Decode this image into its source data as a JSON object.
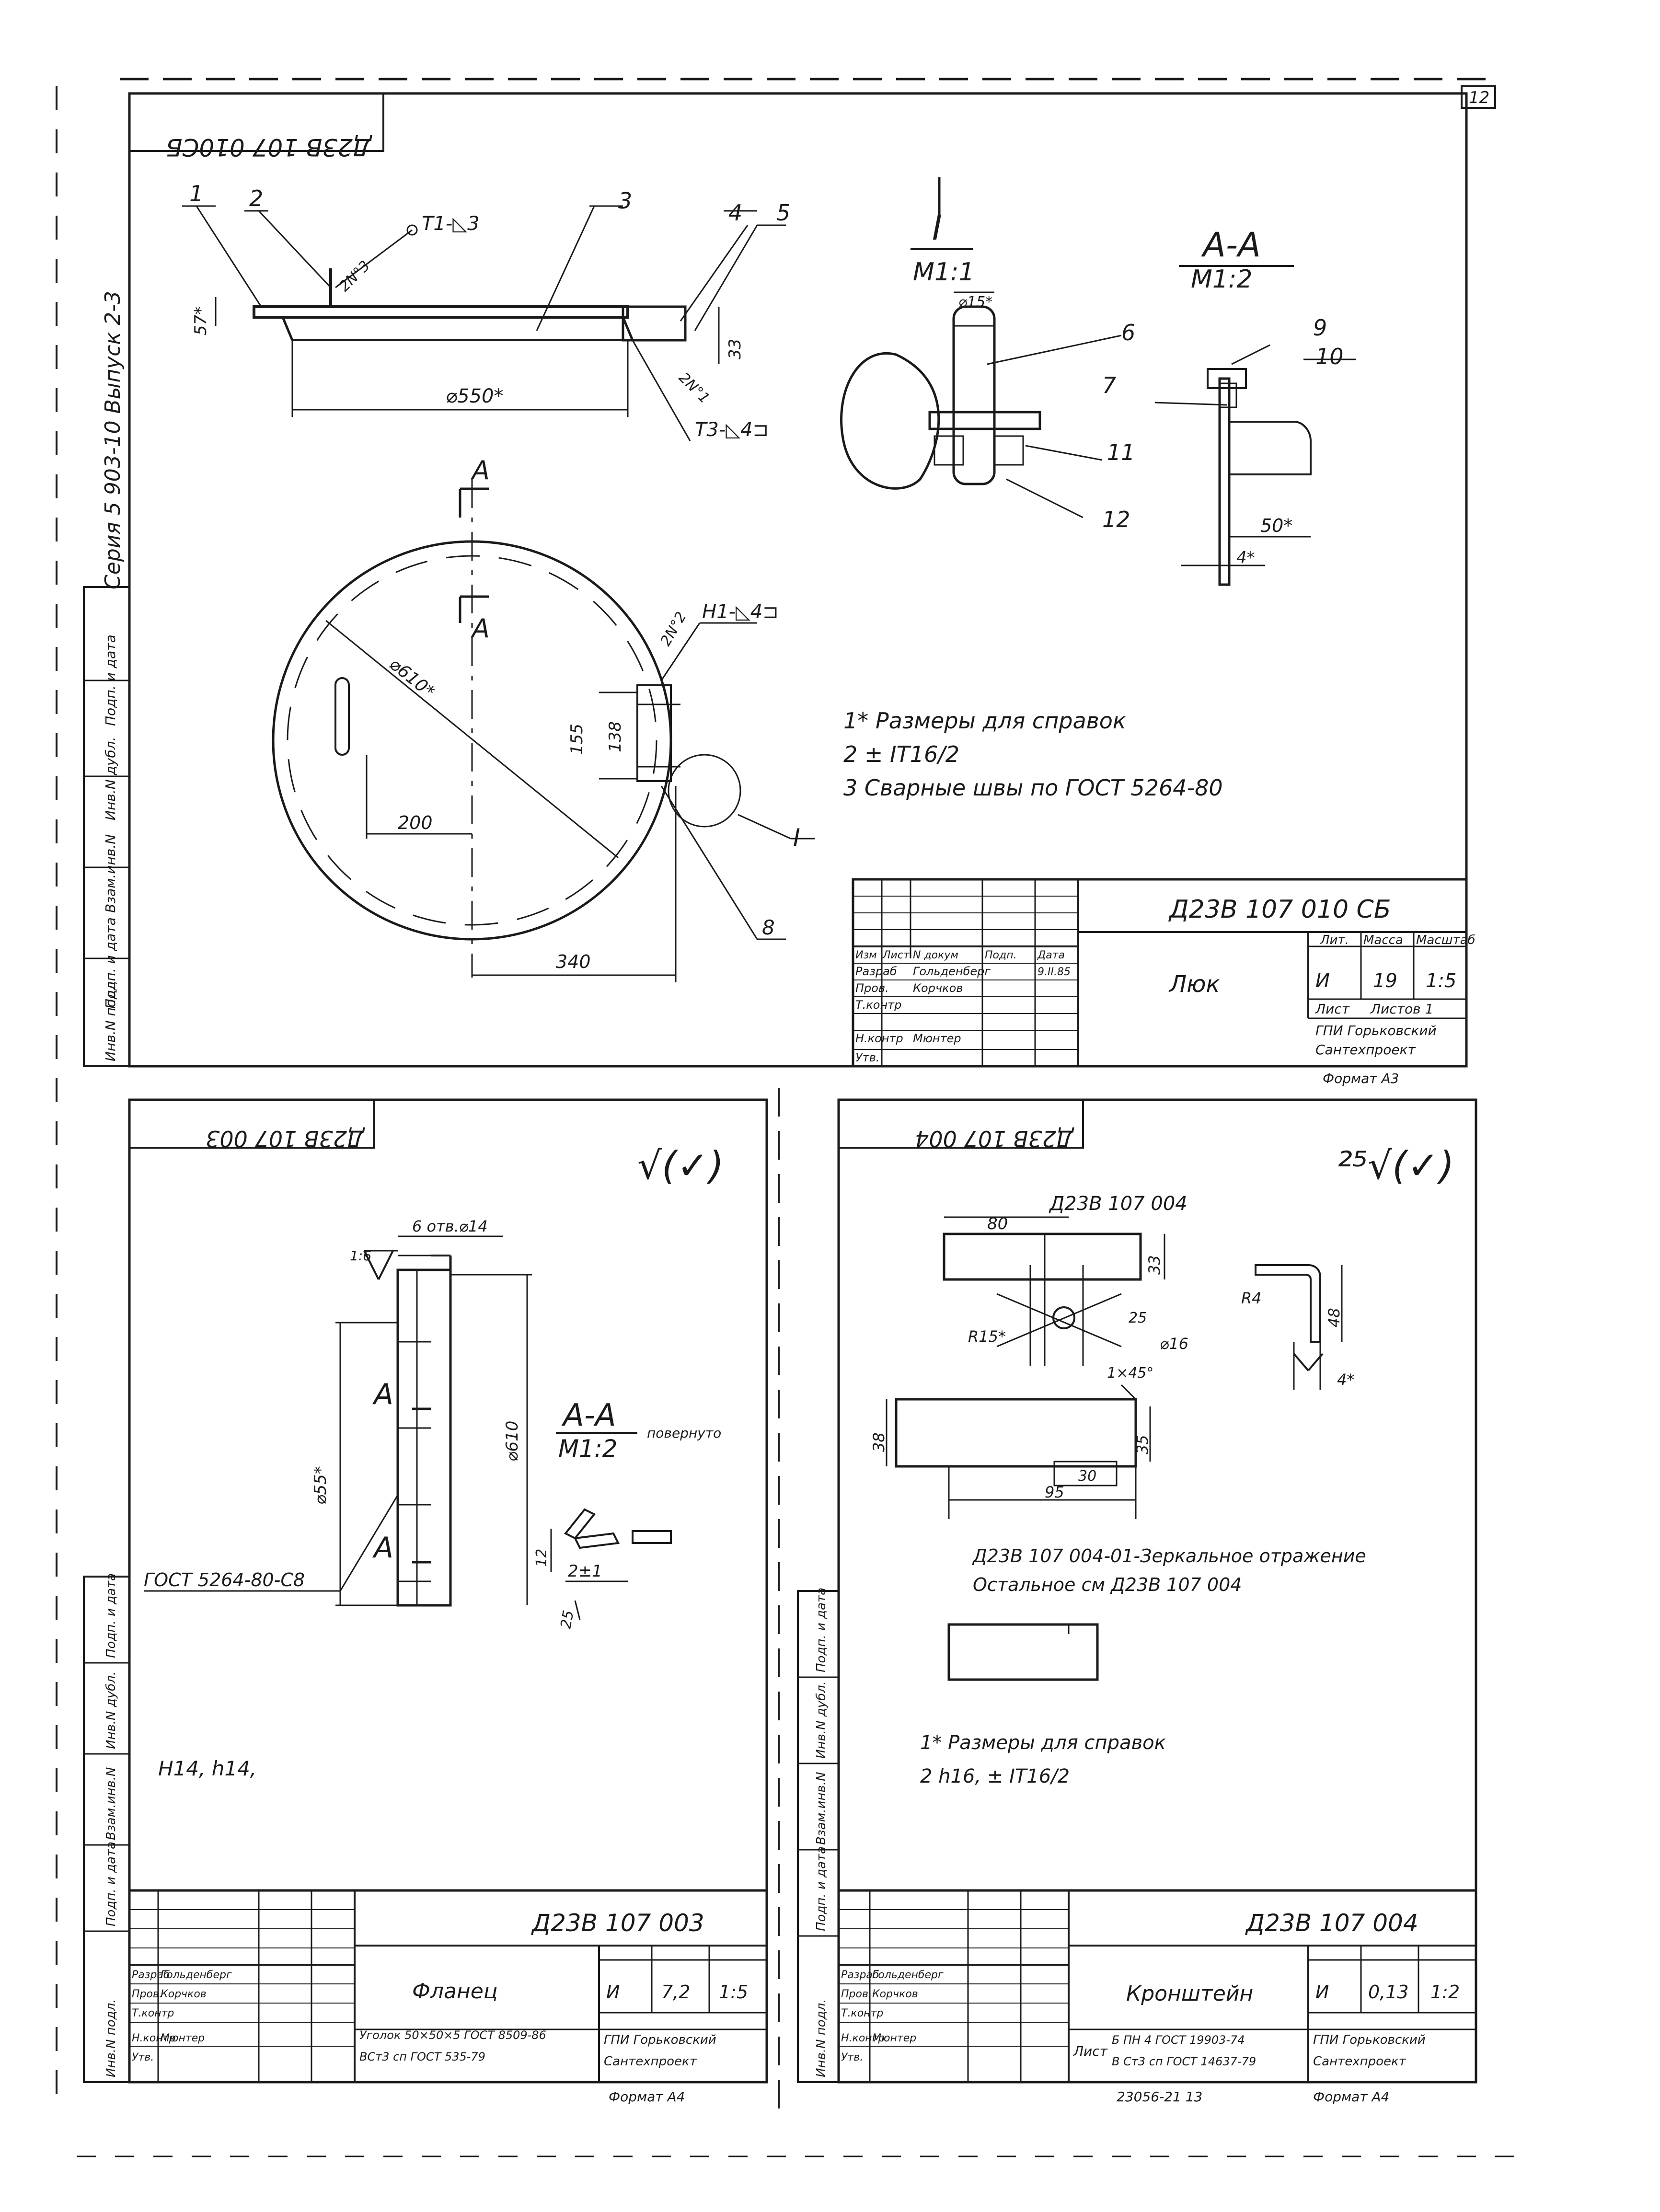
{
  "page_number": "12",
  "series": "Серия 5 903-10 Выпуск 2-3",
  "sidebar_labels": [
    "Инв.N подл.",
    "Подп. и дата",
    "Взам.инв.N",
    "Инв.N дубл.",
    "Подп. и дата"
  ],
  "sheet1": {
    "code_mirrored": "Д23В 107 010СБ",
    "leaders": [
      "1",
      "2",
      "3",
      "4",
      "5",
      "6",
      "7",
      "8",
      "9",
      "10",
      "11",
      "12",
      "I"
    ],
    "weld_a": "Т1-◺3",
    "weld_b": "Т3-◺4⊐",
    "weld_c": "Н1-◺4⊐",
    "dim_57": "57*",
    "dim_33": "33",
    "dim_d550": "⌀550*",
    "dim_2n3": "2N°3",
    "dim_2n1": "2N°1",
    "dim_2n2": "2N°2",
    "dim_d610": "⌀610*",
    "dim_155": "155",
    "dim_138": "138",
    "dim_200": "200",
    "dim_340": "340",
    "dim_d15": "⌀15*",
    "dim_50": "50*",
    "dim_4": "4*",
    "view_a": "А",
    "detail_i": "I",
    "detail_scale": "М1:1",
    "section_aa": "А-А",
    "section_scale": "М1:2",
    "notes": [
      "1* Размеры для справок",
      "2 ± IT16/2",
      "3 Сварные швы по ГОСТ 5264-80"
    ],
    "title": {
      "code": "Д23В 107 010 СБ",
      "name": "Люк",
      "hdr": [
        "Изм",
        "Лист",
        "N докум",
        "Подп.",
        "Дата"
      ],
      "roles": [
        "Разраб",
        "Пров.",
        "Т.контр",
        "Н.контр",
        "Утв."
      ],
      "people": [
        "Гольденберг",
        "Корчков",
        "",
        "Мюнтер",
        ""
      ],
      "date": "9.II.85",
      "lit_h": "Лит.",
      "mass_h": "Масса",
      "scale_h": "Масштаб",
      "lit": "И",
      "mass": "19",
      "scale": "1:5",
      "sheet_h": "Лист",
      "sheets_h": "Листов 1",
      "org": "ГПИ Горьковский",
      "org2": "Сантехпроект",
      "format": "Формат А3"
    }
  },
  "sheet2": {
    "code_mirrored": "Д23В 107 003",
    "roughness": "√(✓)",
    "holes": "6 отв.⌀14",
    "r6": "1:6",
    "dim_d55": "⌀55*",
    "dim_d610": "⌀610",
    "view_a": "А",
    "weld": "ГОСТ 5264-80-С8",
    "section_aa": "А-А",
    "section_scale": "М1:2",
    "rotated": "повернуто",
    "dim_2pm1": "2±1",
    "dim_12": "12",
    "dim_25": "25",
    "tol": "Н14, h14,",
    "title": {
      "code": "Д23В 107 003",
      "name": "Фланец",
      "roles": [
        "Разраб",
        "Пров.",
        "Т.контр",
        "Н.контр",
        "Утв."
      ],
      "people": [
        "Гольденберг",
        "Корчков",
        "",
        "Мюнтер",
        ""
      ],
      "lit": "И",
      "mass": "7,2",
      "scale": "1:5",
      "material1": "Уголок 50×50×5 ГОСТ 8509-86",
      "material2": "ВСт3 сп ГОСТ 535-79",
      "org": "ГПИ Горьковский",
      "org2": "Сантехпроект",
      "format": "Формат А4"
    }
  },
  "sheet3": {
    "code_mirrored": "Д23В 107 004",
    "roughness": "²⁵√(✓)",
    "part_code": "Д23В 107 004",
    "dim_80": "80",
    "dim_33": "33",
    "dim_r15": "R15*",
    "dim_25": "25",
    "dim_d16": "⌀16",
    "dim_chamfer": "1×45°",
    "dim_r4": "R4",
    "dim_48": "48",
    "dim_4": "4*",
    "dim_38": "38",
    "dim_35": "35",
    "dim_95": "95",
    "dim_30": "30",
    "mirror_note": "Д23В 107 004-01-Зеркальное отражение",
    "mirror_note2": "Остальное см Д23В 107 004",
    "notes": [
      "1* Размеры для справок",
      "2 h16, ± IT16/2"
    ],
    "title": {
      "code": "Д23В 107 004",
      "name": "Кронштейн",
      "roles": [
        "Разраб",
        "Пров.",
        "Т.контр",
        "Н.контр",
        "Утв."
      ],
      "people": [
        "Гольденберг",
        "Корчков",
        "",
        "Мюнтер",
        ""
      ],
      "lit": "И",
      "mass": "0,13",
      "scale": "1:2",
      "material_pre": "Лист",
      "material1": "Б ПН 4 ГОСТ 19903-74",
      "material2": "В Ст3 сп ГОСТ 14637-79",
      "org": "ГПИ Горьковский",
      "org2": "Сантехпроект",
      "doc_no": "23056-21   13",
      "format": "Формат А4"
    }
  }
}
